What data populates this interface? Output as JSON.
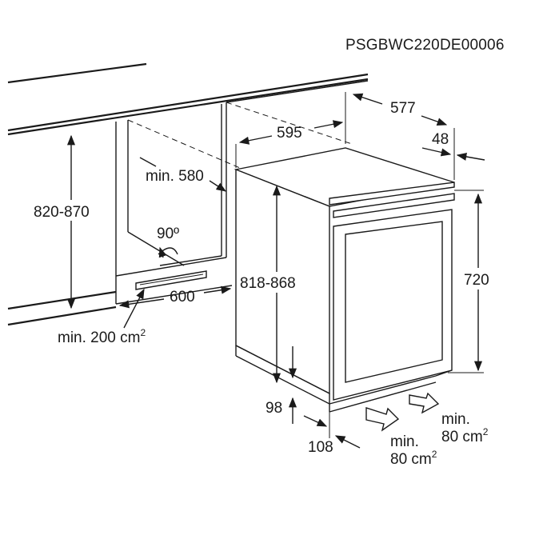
{
  "code": "PSGBWC220DE00006",
  "dims": {
    "depth_total": "577",
    "width": "595",
    "rear_gap": "48",
    "niche_depth": "min. 580",
    "niche_height": "820-870",
    "angle": "90º",
    "niche_width": "600",
    "vent_area_label": "min. 200 cm",
    "vent_area_sup": "2",
    "height_total": "818-868",
    "body_height": "720",
    "plinth_height": "98",
    "plinth_depth": "108",
    "airflow_in_label_1": "min.",
    "airflow_in_label_2": "80 cm",
    "airflow_in_sup": "2",
    "airflow_out_label_1": "min.",
    "airflow_out_label_2": "80 cm",
    "airflow_out_sup": "2"
  }
}
